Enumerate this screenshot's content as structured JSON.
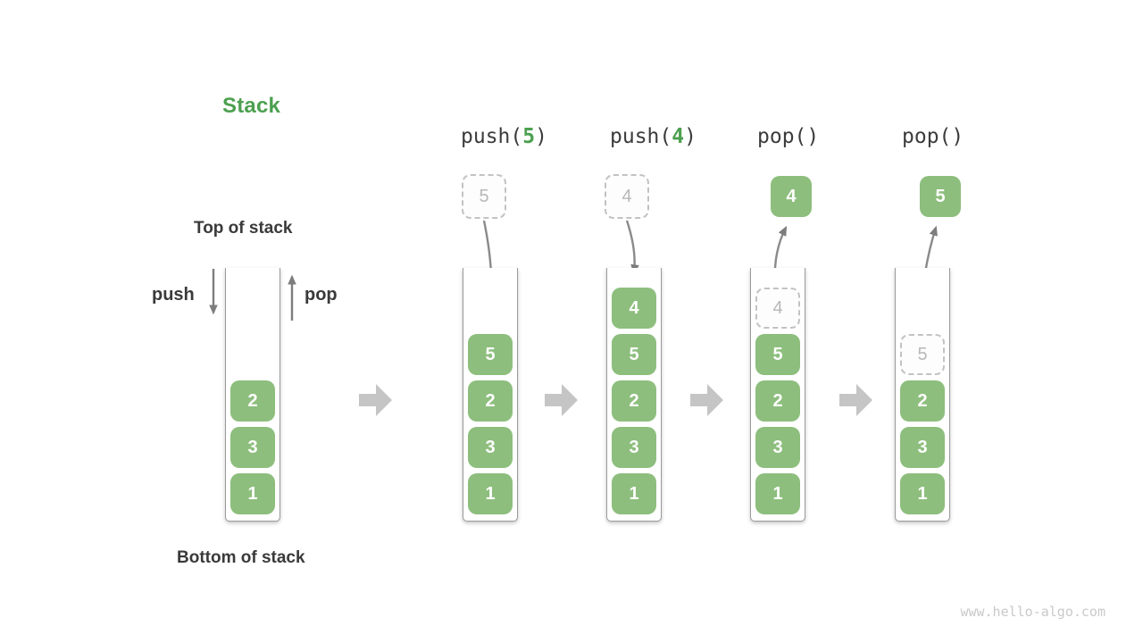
{
  "title": "Stack",
  "side_labels": {
    "top_of_stack": "Top of stack",
    "bottom_of_stack": "Bottom of stack",
    "push": "push",
    "pop": "pop"
  },
  "operations": [
    {
      "label": {
        "prefix": "push(",
        "arg": "5",
        "suffix": ")"
      },
      "float": {
        "style": "dashed",
        "value": "5"
      }
    },
    {
      "label": {
        "prefix": "push(",
        "arg": "4",
        "suffix": ")"
      },
      "float": {
        "style": "dashed",
        "value": "4"
      }
    },
    {
      "label": {
        "prefix": "pop()",
        "arg": "",
        "suffix": ""
      },
      "float": {
        "style": "solid",
        "value": "4"
      }
    },
    {
      "label": {
        "prefix": "pop()",
        "arg": "",
        "suffix": ""
      },
      "float": {
        "style": "solid",
        "value": "5"
      }
    }
  ],
  "stacks": [
    {
      "name": "initial",
      "cells": [
        {
          "v": "2"
        },
        {
          "v": "3"
        },
        {
          "v": "1"
        }
      ]
    },
    {
      "name": "after-push-5",
      "cells": [
        {
          "v": "5"
        },
        {
          "v": "2"
        },
        {
          "v": "3"
        },
        {
          "v": "1"
        }
      ]
    },
    {
      "name": "after-push-4",
      "cells": [
        {
          "v": "4"
        },
        {
          "v": "5"
        },
        {
          "v": "2"
        },
        {
          "v": "3"
        },
        {
          "v": "1"
        }
      ]
    },
    {
      "name": "after-pop-4",
      "cells": [
        {
          "v": "4",
          "ghost": true
        },
        {
          "v": "5"
        },
        {
          "v": "2"
        },
        {
          "v": "3"
        },
        {
          "v": "1"
        }
      ]
    },
    {
      "name": "after-pop-5",
      "cells": [
        {
          "v": "5",
          "ghost": true
        },
        {
          "v": "2"
        },
        {
          "v": "3"
        },
        {
          "v": "1"
        }
      ]
    }
  ],
  "watermark": "www.hello-algo.com",
  "colors": {
    "item_green": "#8DBE7D",
    "accent_green": "#4CA050",
    "text_dark": "#3A3A3A",
    "arrow_gray": "#7D7D7D",
    "block_arrow_gray": "#C5C5C5",
    "ghost_border": "#C2C2C2",
    "ghost_text": "#B8B8B8"
  }
}
